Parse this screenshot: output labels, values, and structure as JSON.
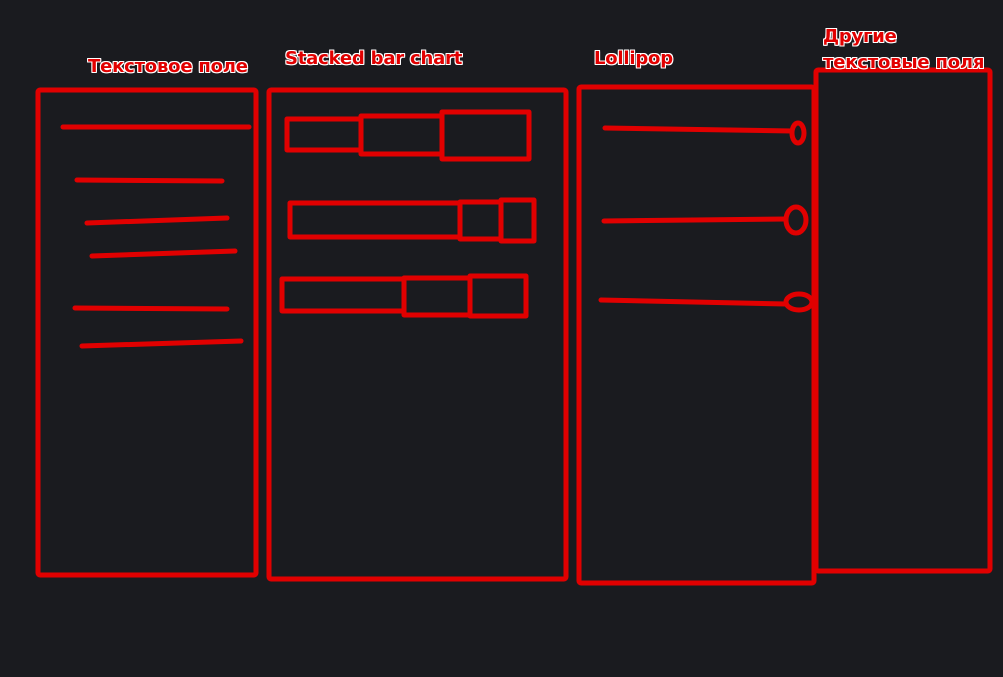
{
  "colors": {
    "background": "#1a1b1f",
    "stroke": "#e10000",
    "label_text": "#e10000",
    "label_halo": "#ffffff"
  },
  "panels": {
    "text_field": {
      "title": "Текстовое поле"
    },
    "stacked_bar": {
      "title": "Stacked bar chart"
    },
    "lollipop": {
      "title": "Lollipop"
    },
    "other_text_fields": {
      "title_line1": "Другие",
      "title_line2": "текстовые поля"
    }
  }
}
